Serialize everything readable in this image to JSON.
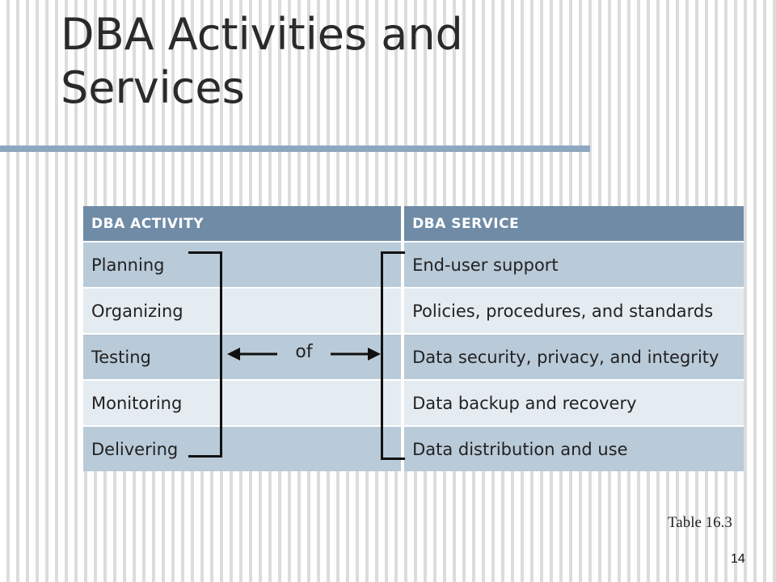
{
  "slide": {
    "title": "DBA Activities and Services",
    "caption": "Table 16.3",
    "page_number": "14"
  },
  "table": {
    "headers": [
      "DBA ACTIVITY",
      "DBA SERVICE"
    ],
    "rows": [
      [
        "Planning",
        "End-user support"
      ],
      [
        "Organizing",
        "Policies, procedures, and standards"
      ],
      [
        "Testing",
        "Data security, privacy, and integrity"
      ],
      [
        "Monitoring",
        "Data backup and recovery"
      ],
      [
        "Delivering",
        "Data distribution and use"
      ]
    ],
    "connector_label": "of"
  },
  "colors": {
    "header_bg": "#6f8ba6",
    "row_dark": "#b9cad8",
    "row_light": "#e4ebf1",
    "title_rule": "#8ea7c0"
  }
}
